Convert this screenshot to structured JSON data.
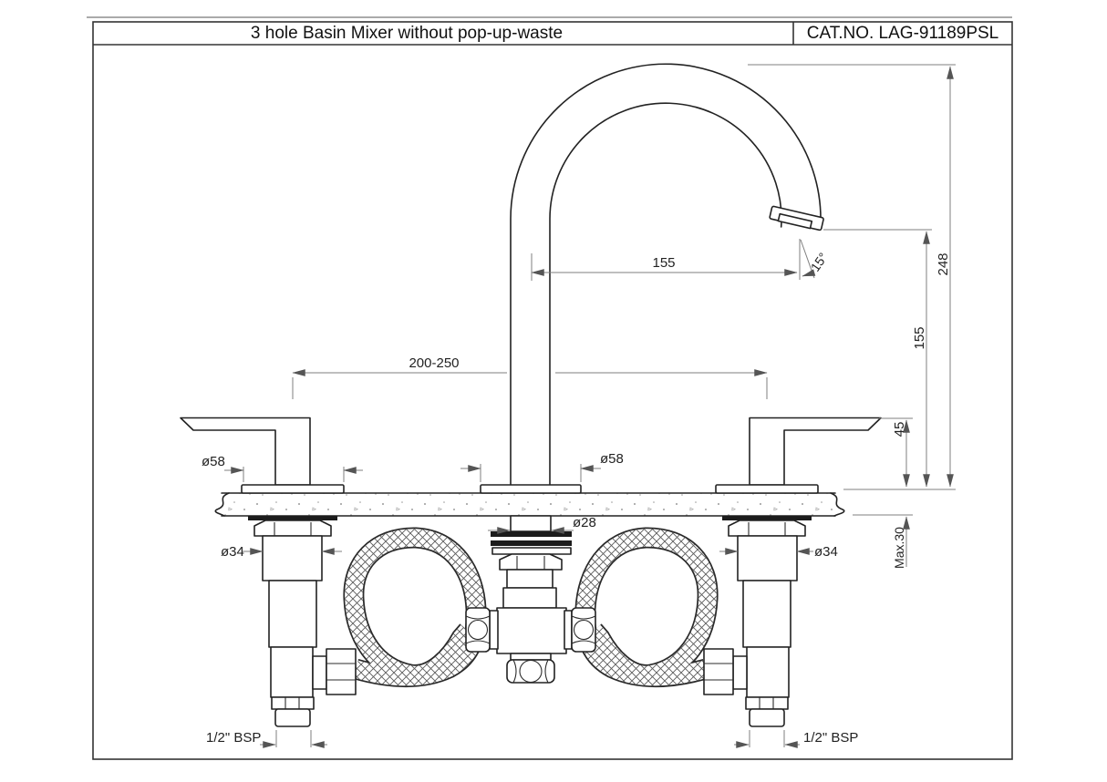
{
  "title_block": {
    "product_title": "3 hole Basin Mixer without pop-up-waste",
    "catalog_number": "CAT.NO. LAG-91189PSL"
  },
  "dimensions": {
    "spout_reach": "155",
    "spout_angle": "15°",
    "overall_height": "248",
    "outlet_height": "155",
    "handle_height": "45",
    "max_counter_thickness": "Max.30",
    "installation_centers": "200-250",
    "left_handle_base_diameter": "ø58",
    "spout_base_diameter": "ø58",
    "left_shank_diameter": "ø34",
    "right_shank_diameter": "ø34",
    "spout_shank_diameter": "ø28",
    "left_inlet_thread": "1/2\" BSP",
    "right_inlet_thread": "1/2\" BSP"
  },
  "colors": {
    "line": "#222222",
    "dimension_line": "#7f7f7f",
    "background": "#ffffff"
  }
}
